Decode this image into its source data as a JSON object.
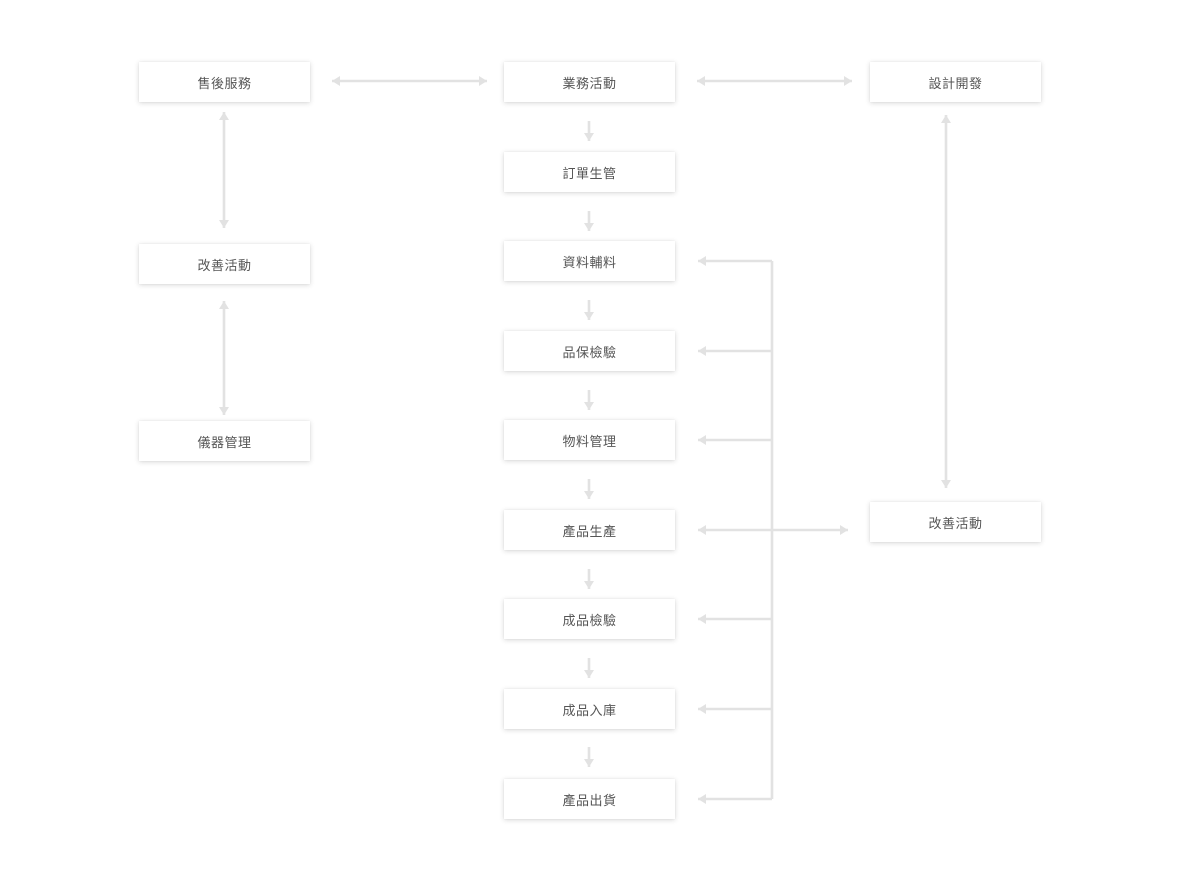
{
  "nodes": {
    "after_sales": "售後服務",
    "business": "業務活動",
    "design": "設計開發",
    "order_control": "訂單生管",
    "improve_left": "改善活動",
    "materials": "資料輔料",
    "quality": "品保檢驗",
    "instruments": "儀器管理",
    "material_mgmt": "物料管理",
    "improve_right": "改善活動",
    "production": "產品生產",
    "final_inspection": "成品檢驗",
    "warehousing": "成品入庫",
    "shipping": "產品出貨"
  },
  "colors": {
    "connector": "#e2e2e2",
    "node_text": "#555555",
    "background": "#ffffff"
  }
}
